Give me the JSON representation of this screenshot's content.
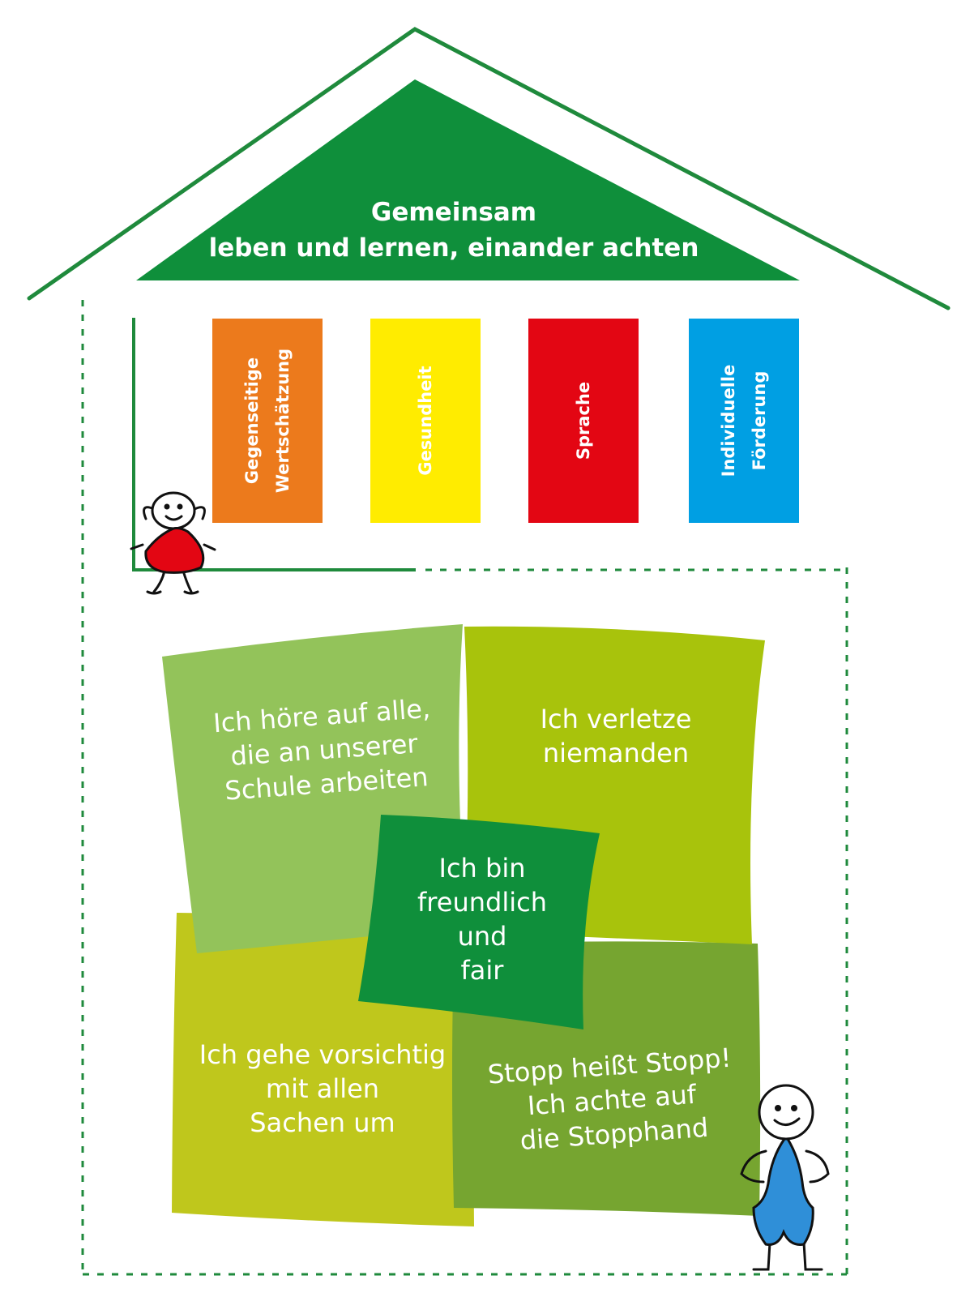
{
  "roof": {
    "line1": "Gemeinsam",
    "line2": "leben und lernen, einander achten"
  },
  "pillars": [
    {
      "lines": [
        "Gegenseitige",
        "Wertschätzung"
      ],
      "color": "#ec7a1c"
    },
    {
      "lines": [
        "Gesundheit"
      ],
      "color": "#ffec00"
    },
    {
      "lines": [
        "Sprache"
      ],
      "color": "#e30613"
    },
    {
      "lines": [
        "Individuelle",
        "Förderung"
      ],
      "color": "#009fe3"
    }
  ],
  "rules": {
    "top_left": [
      "Ich höre auf alle,",
      "die an unserer",
      "Schule arbeiten"
    ],
    "top_right": [
      "Ich verletze",
      "niemanden"
    ],
    "center": [
      "Ich bin",
      "freundlich",
      "und",
      "fair"
    ],
    "bottom_left": [
      "Ich gehe vorsichtig",
      "mit allen",
      "Sachen um"
    ],
    "bottom_right": [
      "Stopp heißt Stopp!",
      "Ich achte auf",
      "die Stopphand"
    ]
  },
  "colors": {
    "house_outline": "#1f8a3c",
    "roof_fill": "#0f8f3b",
    "tile_light_green": "#93c35a",
    "tile_lime": "#a8c30c",
    "tile_yellow_green": "#bfc71c",
    "tile_olive": "#76a530",
    "tile_dark_green": "#0f8f3b",
    "girl_dress": "#e30613",
    "boy_overall": "#2f8fd8"
  },
  "figures": {
    "girl": "stick-figure-girl",
    "boy": "stick-figure-boy"
  }
}
